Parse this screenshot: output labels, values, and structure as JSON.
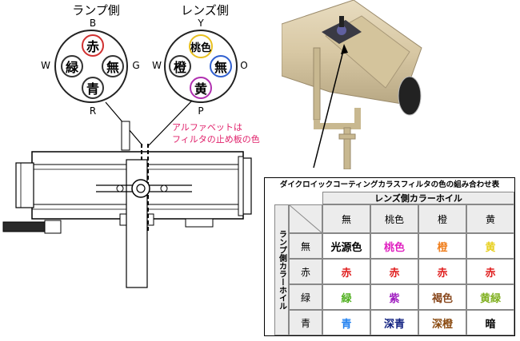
{
  "lamp_wheel": {
    "title": "ランプ側",
    "top_label": "B",
    "left_label": "W",
    "right_label": "G",
    "bottom_label": "R",
    "cells": [
      {
        "text": "赤",
        "ring": "#d03030"
      },
      {
        "text": "緑",
        "ring": "#333333"
      },
      {
        "text": "無",
        "ring": "#333333"
      },
      {
        "text": "青",
        "ring": "#333333"
      }
    ]
  },
  "lens_wheel": {
    "title": "レンズ側",
    "top_label": "Y",
    "left_label": "W",
    "right_label": "O",
    "bottom_label": "P",
    "cells": [
      {
        "text": "桃色",
        "ring": "#e8c020"
      },
      {
        "text": "橙",
        "ring": "#333333"
      },
      {
        "text": "無",
        "ring": "#3060d0"
      },
      {
        "text": "黄",
        "ring": "#b030b0"
      }
    ]
  },
  "note": {
    "line1": "アルファベットは",
    "line2": "フィルタの止め板の色",
    "color": "#e0206a"
  },
  "table": {
    "title": "ダイクロイックコーティングカラスフィルタの色の組み合わせ表",
    "lens_header": "レンズ側カラーホイル",
    "lamp_header": "ランプ側カラーホイル",
    "columns": [
      "無",
      "桃色",
      "橙",
      "黄"
    ],
    "rows": [
      {
        "label": "無",
        "cells": [
          {
            "text": "光源色",
            "color": "#000000"
          },
          {
            "text": "桃色",
            "color": "#e020c0"
          },
          {
            "text": "橙",
            "color": "#f08020"
          },
          {
            "text": "黄",
            "color": "#e8d020"
          }
        ]
      },
      {
        "label": "赤",
        "cells": [
          {
            "text": "赤",
            "color": "#e02020"
          },
          {
            "text": "赤",
            "color": "#e02020"
          },
          {
            "text": "赤",
            "color": "#e02020"
          },
          {
            "text": "赤",
            "color": "#e02020"
          }
        ]
      },
      {
        "label": "緑",
        "cells": [
          {
            "text": "緑",
            "color": "#50b020"
          },
          {
            "text": "紫",
            "color": "#a020c0"
          },
          {
            "text": "褐色",
            "color": "#8a4a20"
          },
          {
            "text": "黄緑",
            "color": "#80b020"
          }
        ]
      },
      {
        "label": "青",
        "cells": [
          {
            "text": "青",
            "color": "#2080f0"
          },
          {
            "text": "深青",
            "color": "#102080"
          },
          {
            "text": "深橙",
            "color": "#8a4a10"
          },
          {
            "text": "暗",
            "color": "#000000"
          }
        ]
      }
    ]
  }
}
